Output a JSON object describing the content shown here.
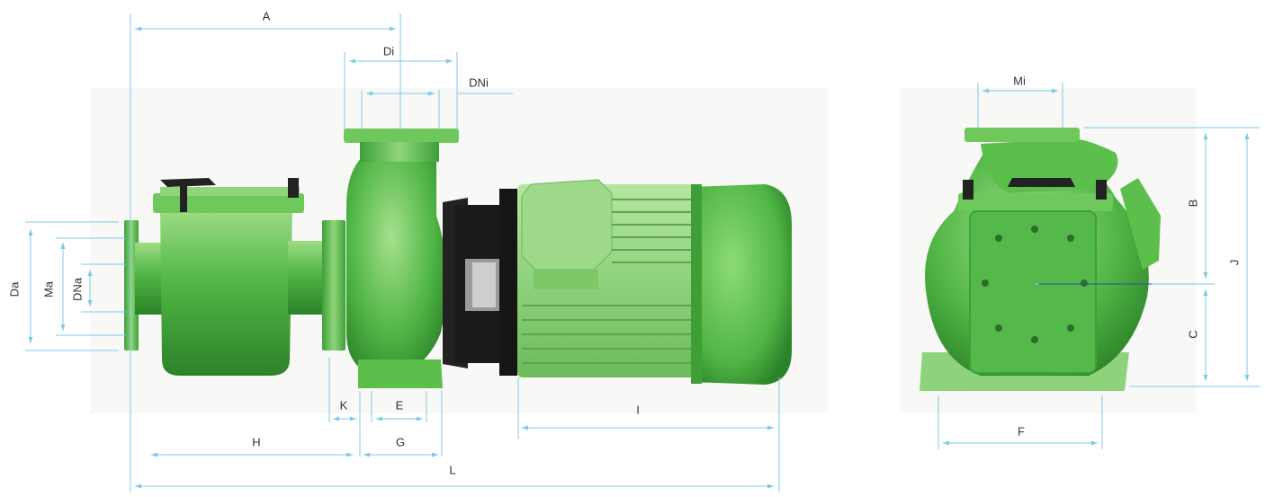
{
  "colors": {
    "dimension_line": "#7fc8e8",
    "pump_body": "#55b84a",
    "pump_light": "#8fd67a",
    "pump_dark": "#2f8a2c",
    "motor_black": "#1c1c1c",
    "background_band": "#f7f7f5"
  },
  "labels": {
    "A": "A",
    "Di": "Di",
    "DNi": "DNi",
    "Da": "Da",
    "Ma": "Ma",
    "DNa": "DNa",
    "K": "K",
    "E": "E",
    "G": "G",
    "H": "H",
    "I": "I",
    "L": "L",
    "Mi": "Mi",
    "B": "B",
    "C": "C",
    "J": "J",
    "F": "F"
  }
}
